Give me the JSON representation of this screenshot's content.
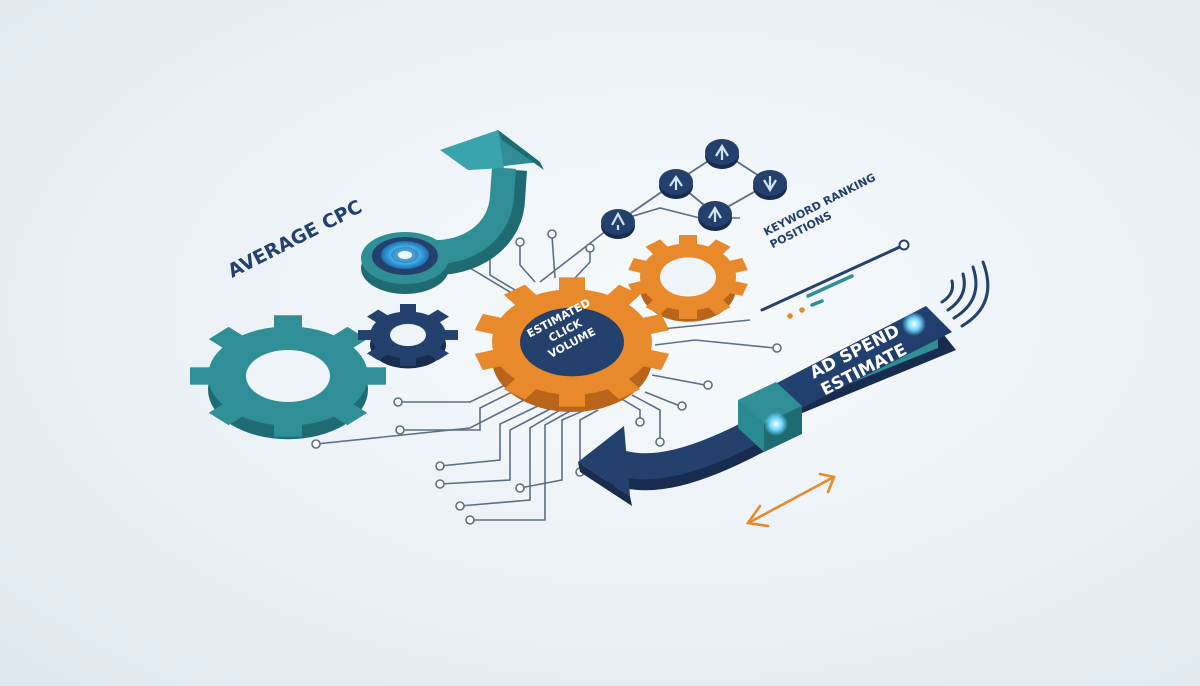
{
  "labels": {
    "average_cpc": "AVERAGE CPC",
    "keyword_ranking_line1": "KEYWORD RANKING",
    "keyword_ranking_line2": "POSITIONS",
    "estimated_click_line1": "ESTIMATED",
    "estimated_click_line2": "CLICK",
    "estimated_click_line3": "VOLUME",
    "ad_spend_line1": "AD SPEND",
    "ad_spend_line2": "ESTIMATE"
  },
  "colors": {
    "navy": "#24406c",
    "navy_dark": "#172c4f",
    "teal": "#2f8e96",
    "teal_dark": "#1f6b73",
    "orange": "#e88a2b",
    "orange_dark": "#b8641a",
    "circuit_line": "#5d6f84",
    "glow": "#5fd0ff"
  },
  "icons": {
    "ranking_nodes": [
      "pin-icon",
      "up-arrow-icon",
      "up-arrow-icon",
      "up-arrow-icon",
      "down-arrow-icon"
    ]
  }
}
